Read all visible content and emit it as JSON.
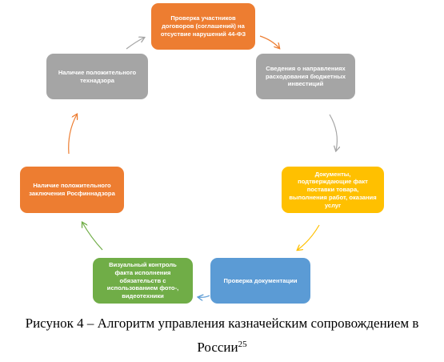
{
  "nodes": [
    {
      "id": "n1",
      "text": "Проверка участников договоров (соглашений) на отсуствие нарушений 44-ФЗ",
      "color": "#ed7d31"
    },
    {
      "id": "n2",
      "text": "Сведения о направлениях расходования бюджетных инвестиций",
      "color": "#a5a5a5"
    },
    {
      "id": "n3",
      "text": "Документы, подтверждающие факт поставки товара, выполнения работ, оказания услуг",
      "color": "#ffc000"
    },
    {
      "id": "n4",
      "text": "Проверка документации",
      "color": "#5b9bd5"
    },
    {
      "id": "n5",
      "text": "Визуальный контроль факта исполнения обязательств с использованием фото-, видеотехники",
      "color": "#70ad47"
    },
    {
      "id": "n6",
      "text": "Наличие положительного заключения Росфиннадзора",
      "color": "#ed7d31"
    },
    {
      "id": "n7",
      "text": "Наличие положительного технадзора",
      "color": "#a5a5a5"
    }
  ],
  "caption": {
    "line1": "Рисунок 4 – Алгоритм управления казначейским сопровождением в",
    "line2": "России",
    "footnote": "25"
  },
  "arrow_colors": [
    "#ed7d31",
    "#a5a5a5",
    "#ffc000",
    "#5b9bd5",
    "#70ad47",
    "#ed7d31",
    "#a5a5a5"
  ]
}
